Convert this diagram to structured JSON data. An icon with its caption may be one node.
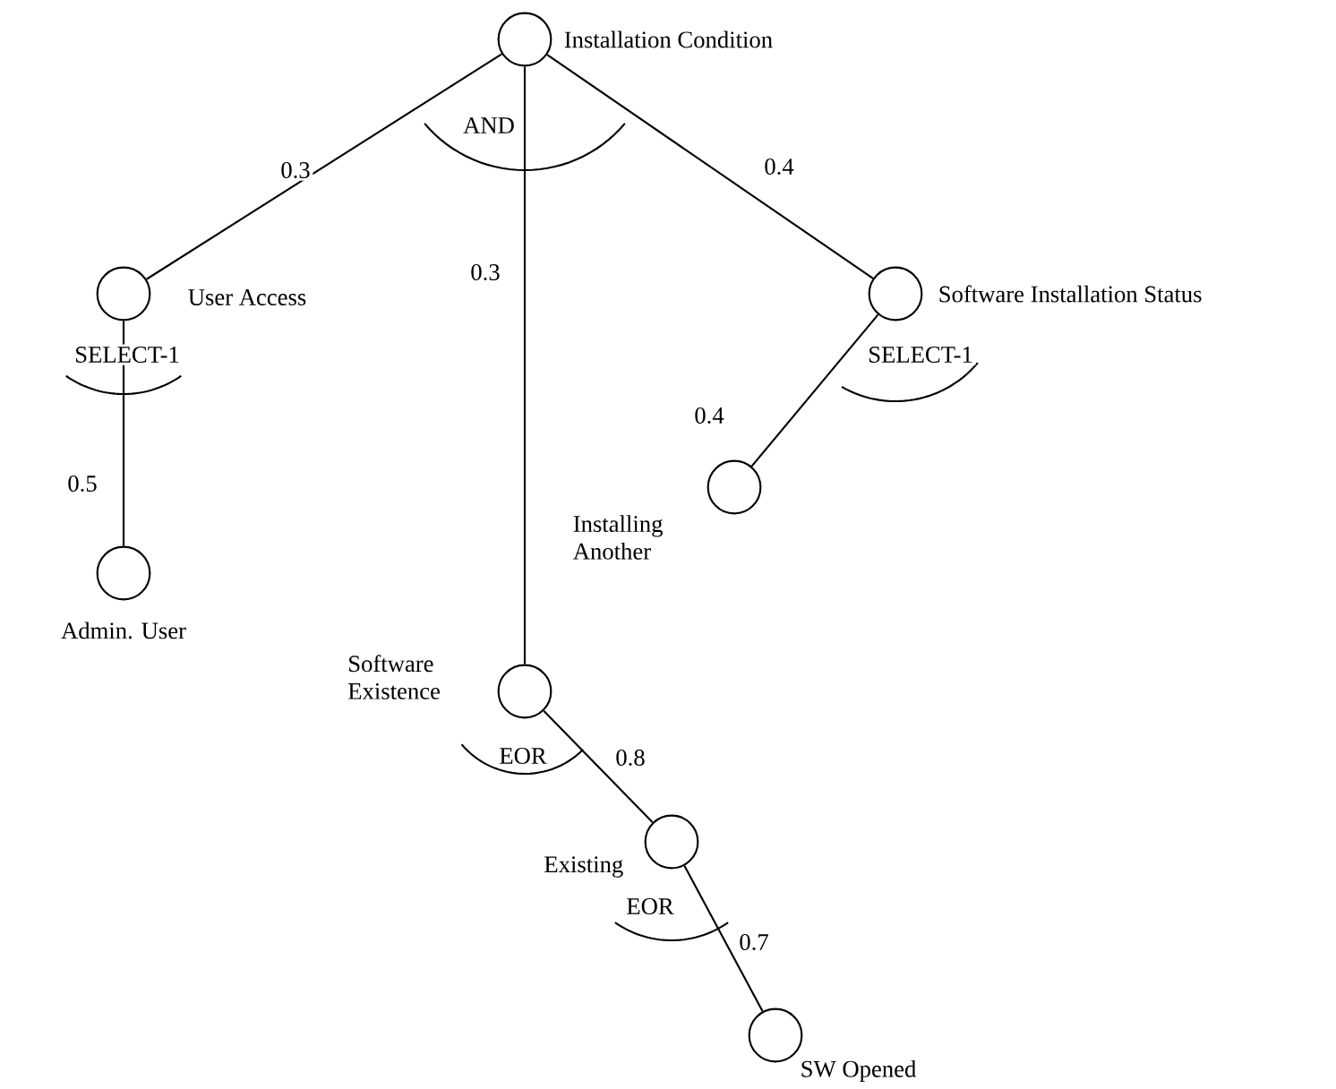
{
  "diagram": {
    "nodes": [
      {
        "text": [],
        "shape": "circle",
        "beside": [
          "Installation Condition"
        ]
      },
      {
        "text": [],
        "shape": "circle",
        "beside": [
          "User Access"
        ]
      },
      {
        "text": [],
        "shape": "circle",
        "beside": [
          "Software Installation Status"
        ]
      },
      {
        "text": [],
        "shape": "circle",
        "beside": [
          "Installing Another"
        ]
      },
      {
        "text": [],
        "shape": "circle",
        "beside": [
          "Admin. User"
        ]
      },
      {
        "text": [],
        "shape": "circle",
        "beside": [
          "Software Existence"
        ]
      },
      {
        "text": [],
        "shape": "circle",
        "beside": [
          "Existing"
        ]
      },
      {
        "text": [],
        "shape": "circle",
        "beside": [
          "SW Opened"
        ]
      }
    ],
    "edges": [
      {
        "from": 0,
        "to": 1,
        "arrow": "none",
        "label": "0.3"
      },
      {
        "from": 0,
        "to": 5,
        "arrow": "none",
        "label": "0.3"
      },
      {
        "from": 0,
        "to": 2,
        "arrow": "none",
        "label": "0.4"
      },
      {
        "from": 1,
        "to": 4,
        "arrow": "none",
        "label": "0.5"
      },
      {
        "from": 2,
        "to": 3,
        "arrow": "none",
        "label": "0.4"
      },
      {
        "from": 5,
        "to": 6,
        "arrow": "none",
        "label": "0.8"
      },
      {
        "from": 6,
        "to": 7,
        "arrow": "none",
        "label": "0.7"
      }
    ],
    "labels": [
      "AND",
      "SELECT-1",
      "SELECT-1",
      "EOR",
      "EOR"
    ]
  }
}
